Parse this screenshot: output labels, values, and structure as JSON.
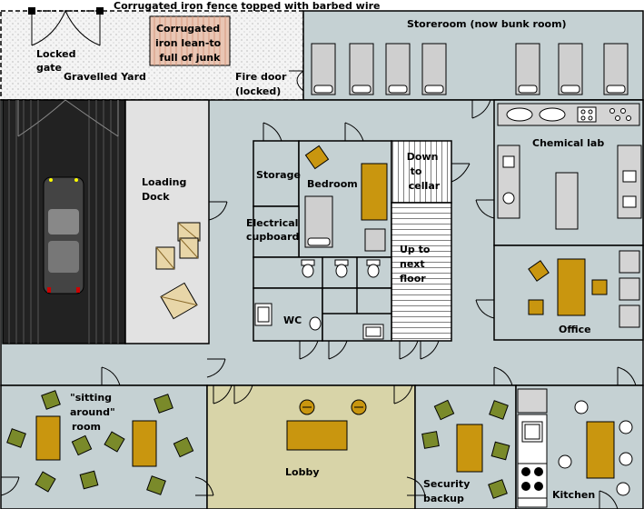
{
  "colors": {
    "floor": "#c5d1d3",
    "lobby": "#d8d4a8",
    "furniture": "#c9960f",
    "chair": "#7a8a2a",
    "appliance": "#d4d4d4",
    "yard": "#f0f0f0",
    "loading": "#e2e2e2",
    "garage": "#222222",
    "car": "#444444"
  },
  "labels": {
    "fence": "Corrugated iron fence topped with barbed wire",
    "lean_to": [
      "Corrugated",
      "iron lean-to",
      "full of junk"
    ],
    "locked_gate": [
      "Locked",
      "gate"
    ],
    "gravelled_yard": "Gravelled Yard",
    "fire_door": [
      "Fire door",
      "(locked)"
    ],
    "storeroom": "Storeroom (now bunk room)",
    "loading_dock": [
      "Loading",
      "Dock"
    ],
    "storage": "Storage",
    "bedroom": "Bedroom",
    "electrical": [
      "Electrical",
      "cupboard"
    ],
    "down_cellar": [
      "Down",
      "to",
      "cellar"
    ],
    "up_floor": [
      "Up to",
      "next",
      "floor"
    ],
    "wc": "WC",
    "chemical_lab": "Chemical lab",
    "office": "Office",
    "sitting_room": [
      "\"sitting",
      "around\"",
      "room"
    ],
    "lobby": "Lobby",
    "security": [
      "Security",
      "backup"
    ],
    "kitchen": "Kitchen"
  },
  "icons": {
    "car": "car-icon",
    "crate": "crate-icon",
    "bunk": "bunk-bed-icon",
    "toilet": "toilet-icon",
    "sink": "sink-icon",
    "stove": "stove-icon",
    "chair": "chair-icon",
    "door": "door-swing-icon"
  }
}
